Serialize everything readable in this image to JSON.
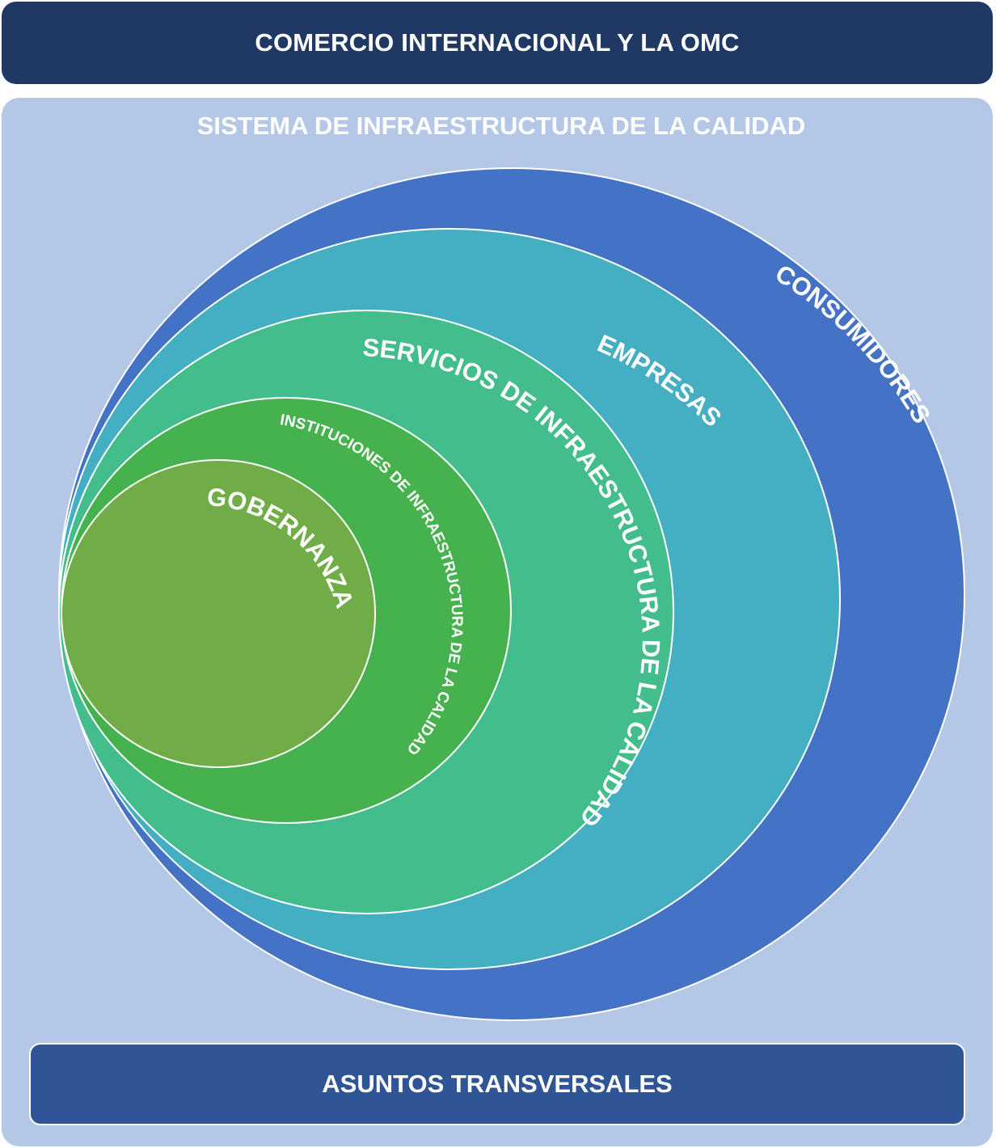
{
  "header": {
    "title": "COMERCIO INTERNACIONAL Y LA OMC"
  },
  "system": {
    "title": "SISTEMA DE INFRAESTRUCTURA DE LA CALIDAD"
  },
  "rings": {
    "consumers": {
      "label": "CONSUMIDORES",
      "color": "#4472c4"
    },
    "companies": {
      "label": "EMPRESAS",
      "color": "#44aec2"
    },
    "services": {
      "label": "SERVICIOS DE INFRAESTRUCTURA DE LA CALIDAD",
      "color": "#44bd8d"
    },
    "institutions": {
      "label": "INSTITUCIONES DE INFRAESTRUCTURA DE LA CALIDAD",
      "color": "#46b24e"
    },
    "governance": {
      "label": "GOBERNANZA",
      "color": "#70ad47"
    }
  },
  "footer": {
    "title": "ASUNTOS TRANSVERSALES"
  }
}
